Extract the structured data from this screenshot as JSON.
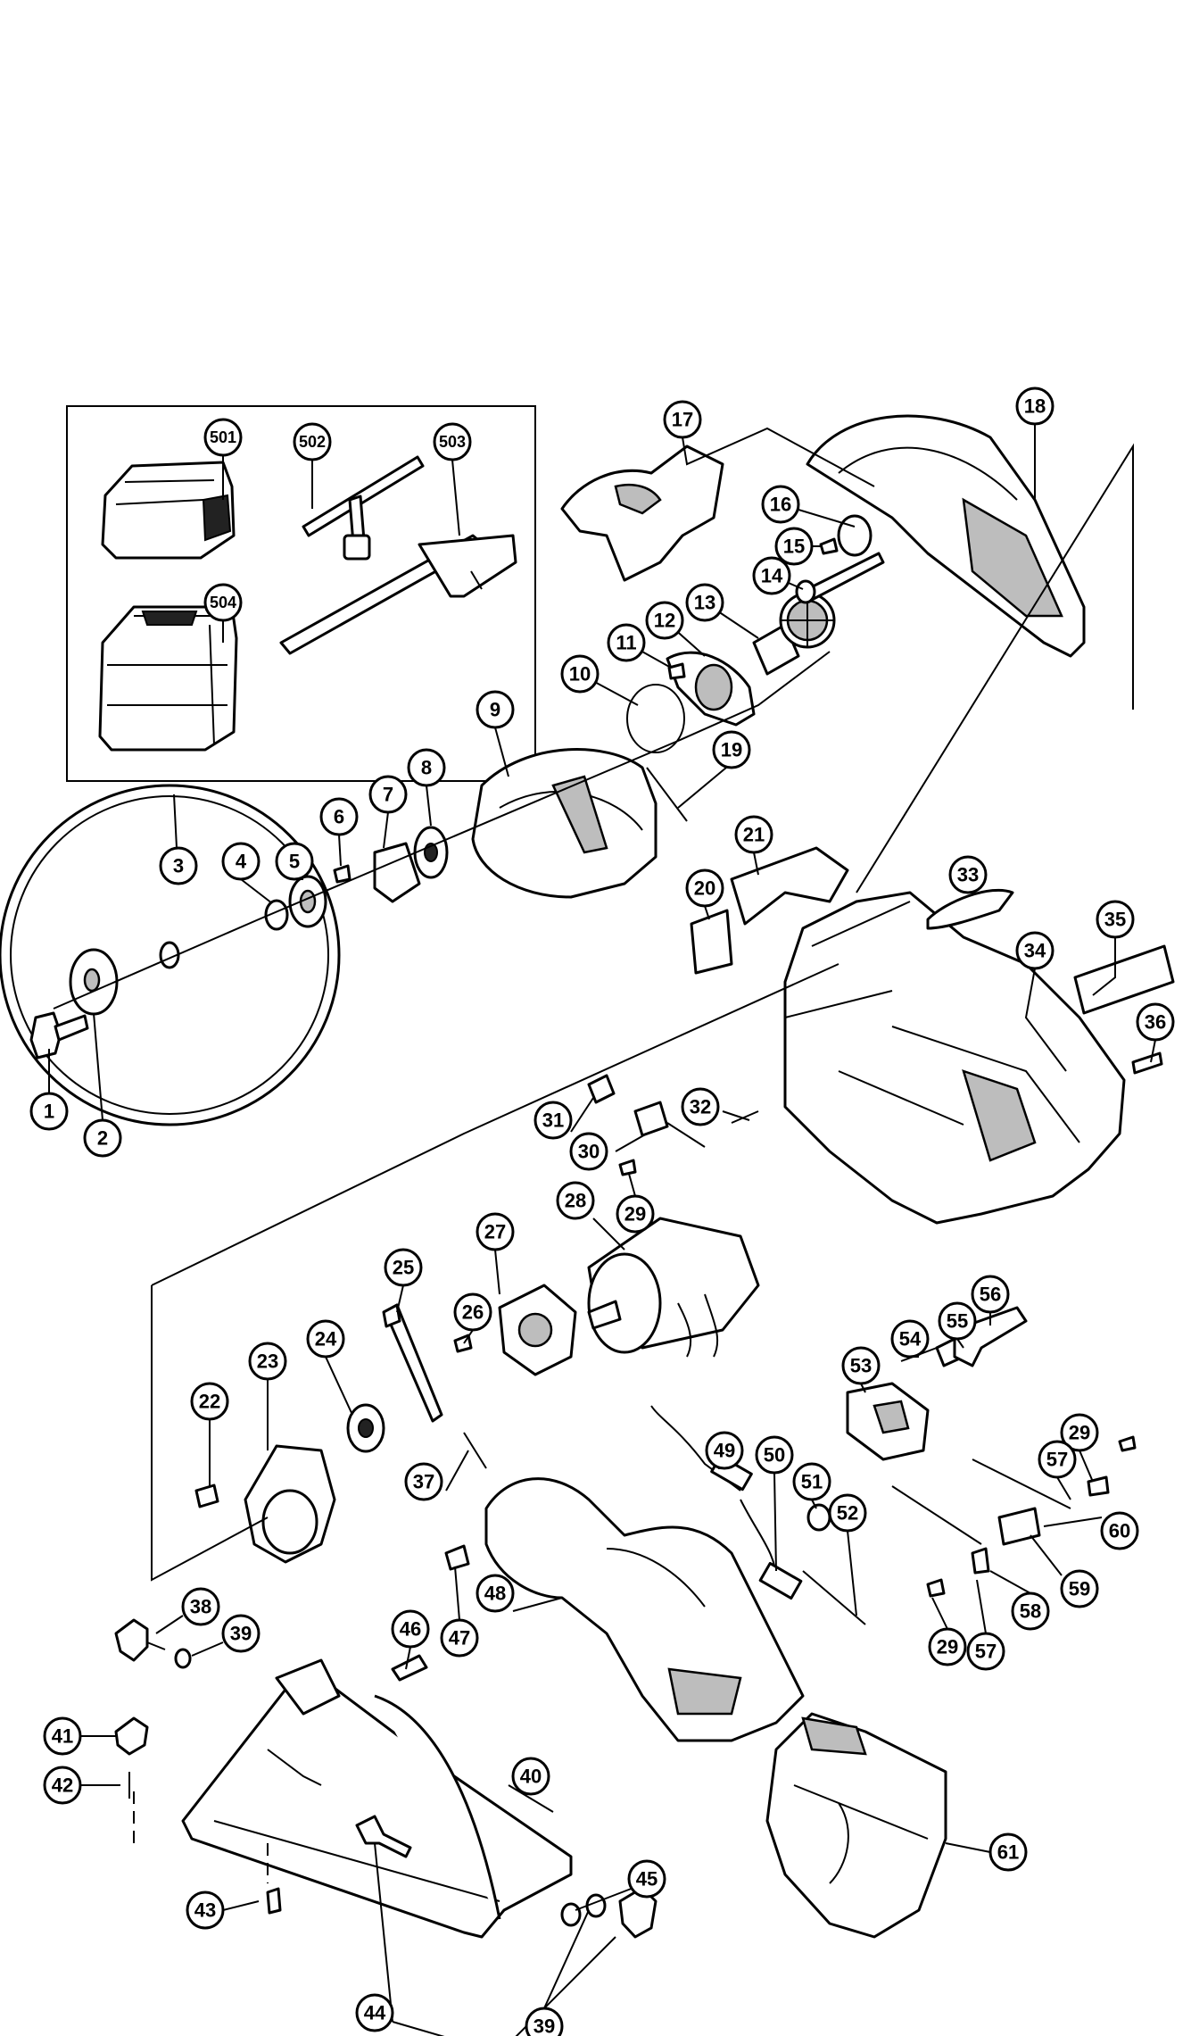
{
  "diagram": {
    "callouts": [
      {
        "label": "1"
      },
      {
        "label": "2"
      },
      {
        "label": "3"
      },
      {
        "label": "4"
      },
      {
        "label": "5"
      },
      {
        "label": "6"
      },
      {
        "label": "7"
      },
      {
        "label": "8"
      },
      {
        "label": "9"
      },
      {
        "label": "10"
      },
      {
        "label": "11"
      },
      {
        "label": "12"
      },
      {
        "label": "13"
      },
      {
        "label": "14"
      },
      {
        "label": "15"
      },
      {
        "label": "16"
      },
      {
        "label": "17"
      },
      {
        "label": "18"
      },
      {
        "label": "19"
      },
      {
        "label": "20"
      },
      {
        "label": "21"
      },
      {
        "label": "22"
      },
      {
        "label": "23"
      },
      {
        "label": "24"
      },
      {
        "label": "25"
      },
      {
        "label": "26"
      },
      {
        "label": "27"
      },
      {
        "label": "28"
      },
      {
        "label": "29"
      },
      {
        "label": "29"
      },
      {
        "label": "29"
      },
      {
        "label": "30"
      },
      {
        "label": "31"
      },
      {
        "label": "32"
      },
      {
        "label": "33"
      },
      {
        "label": "34"
      },
      {
        "label": "35"
      },
      {
        "label": "36"
      },
      {
        "label": "37"
      },
      {
        "label": "38"
      },
      {
        "label": "39"
      },
      {
        "label": "39"
      },
      {
        "label": "40"
      },
      {
        "label": "41"
      },
      {
        "label": "42"
      },
      {
        "label": "43"
      },
      {
        "label": "44"
      },
      {
        "label": "45"
      },
      {
        "label": "46"
      },
      {
        "label": "47"
      },
      {
        "label": "48"
      },
      {
        "label": "49"
      },
      {
        "label": "50"
      },
      {
        "label": "51"
      },
      {
        "label": "52"
      },
      {
        "label": "53"
      },
      {
        "label": "54"
      },
      {
        "label": "55"
      },
      {
        "label": "56"
      },
      {
        "label": "57"
      },
      {
        "label": "57"
      },
      {
        "label": "58"
      },
      {
        "label": "59"
      },
      {
        "label": "60"
      },
      {
        "label": "61"
      },
      {
        "label": "501"
      },
      {
        "label": "502"
      },
      {
        "label": "503"
      },
      {
        "label": "504"
      }
    ]
  }
}
